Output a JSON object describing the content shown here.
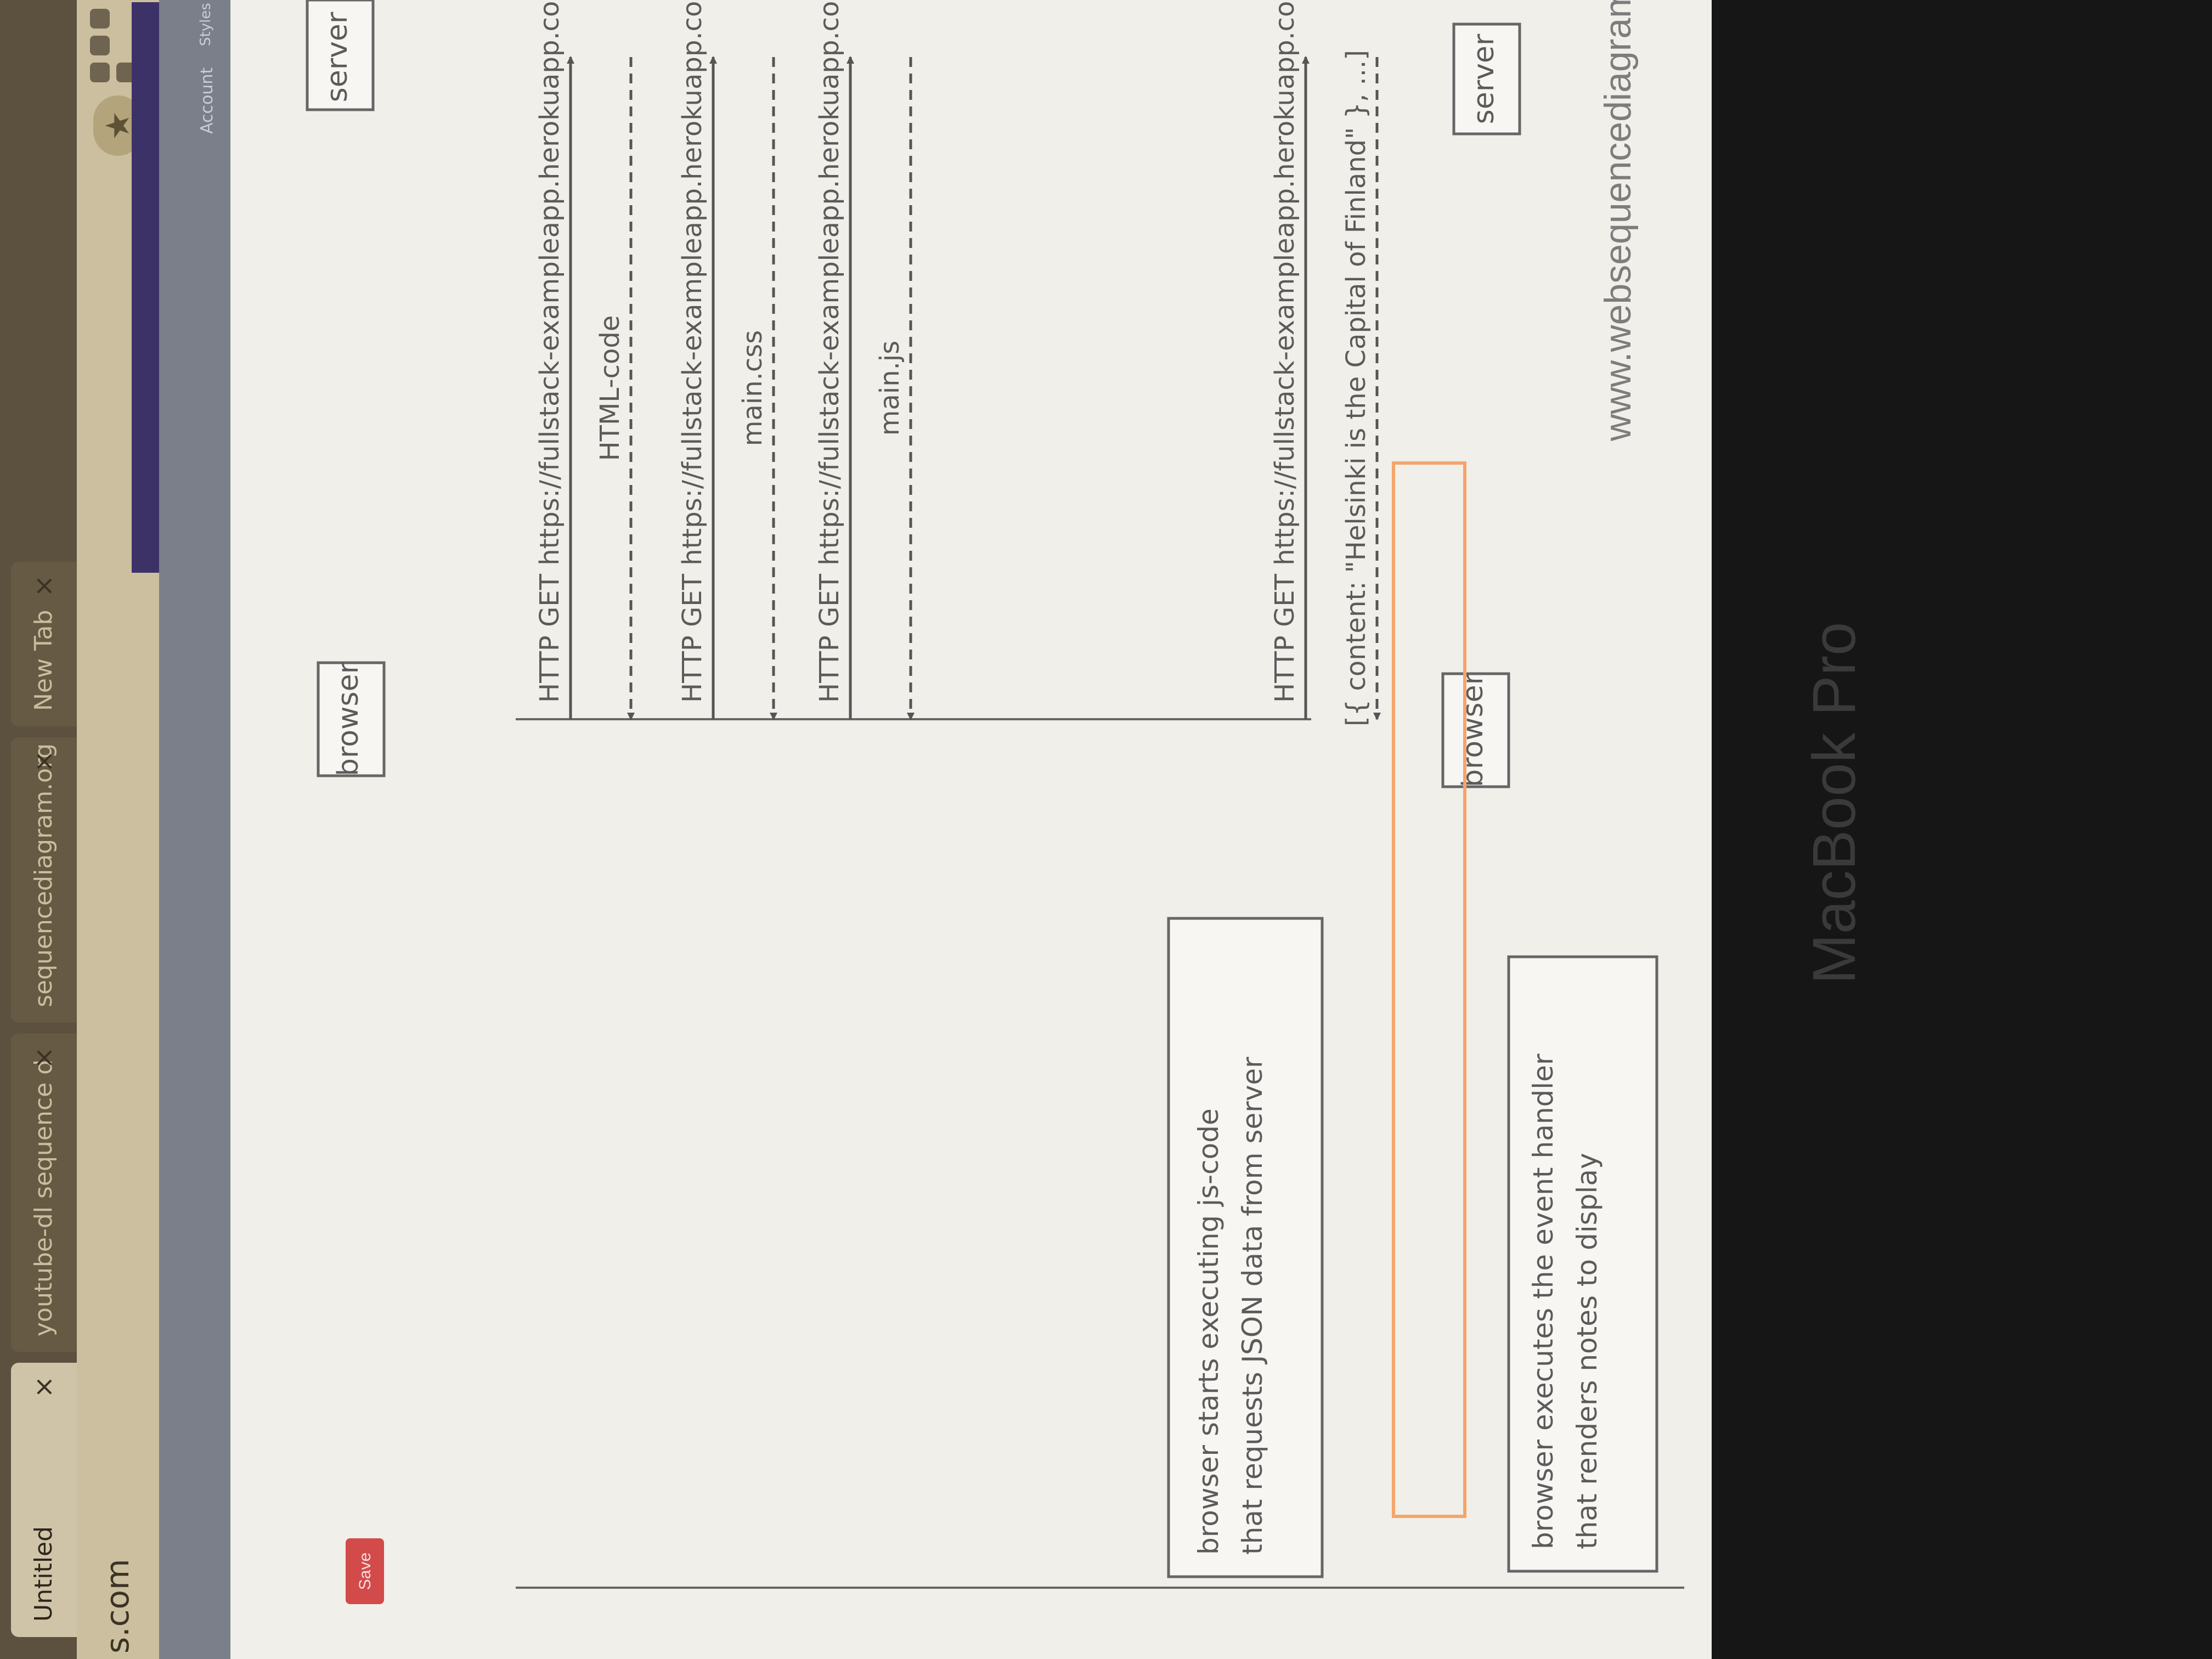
{
  "browser": {
    "tabs": [
      {
        "title": "Untitled",
        "close": "×"
      },
      {
        "title": "youtube-dl sequence d",
        "close": "×"
      },
      {
        "title": "sequencediagram.org",
        "close": "×"
      },
      {
        "title": "New Tab",
        "close": "×"
      }
    ],
    "url": "s.com",
    "account_label": "Account",
    "styles_label": "Styles"
  },
  "toolbar": {
    "save_label": "Save",
    "zoom_icon": "+"
  },
  "diagram": {
    "participants": {
      "browser_top": "browser",
      "server_top": "server",
      "browser_bottom": "browser",
      "server_bottom": "server"
    },
    "messages": [
      {
        "from": "browser",
        "to": "server",
        "style": "solid",
        "text": "HTTP GET https://fullstack-exampleapp.herokuapp.com/new note"
      },
      {
        "from": "server",
        "to": "browser",
        "style": "dashed",
        "text": "HTML-code"
      },
      {
        "from": "browser",
        "to": "server",
        "style": "solid",
        "text": "HTTP GET https://fullstack-exampleapp.herokuapp.com/main.css"
      },
      {
        "from": "server",
        "to": "browser",
        "style": "dashed",
        "text": "main.css"
      },
      {
        "from": "browser",
        "to": "server",
        "style": "solid",
        "text": "HTTP GET https://fullstack-exampleapp.herokuapp.com/main.js"
      },
      {
        "from": "server",
        "to": "browser",
        "style": "dashed",
        "text": "main.js"
      },
      {
        "from": "browser",
        "to": "server",
        "style": "solid",
        "text": "HTTP GET https://fullstack-exampleapp.herokuapp.com/data.json"
      },
      {
        "from": "server",
        "to": "browser",
        "style": "dashed",
        "text": "[{ content: \"Helsinki is the Capital of Finland\" }, ...]"
      }
    ],
    "notes": [
      {
        "line1": "browser starts executing js-code",
        "line2": "that requests JSON data from server"
      },
      {
        "line1": "browser executes the event handler",
        "line2": "that renders notes to display"
      }
    ],
    "highlight_color": "#f4a56a",
    "watermark": "www.websequencediagrams.com"
  },
  "device": {
    "label": "MacBook Pro"
  }
}
